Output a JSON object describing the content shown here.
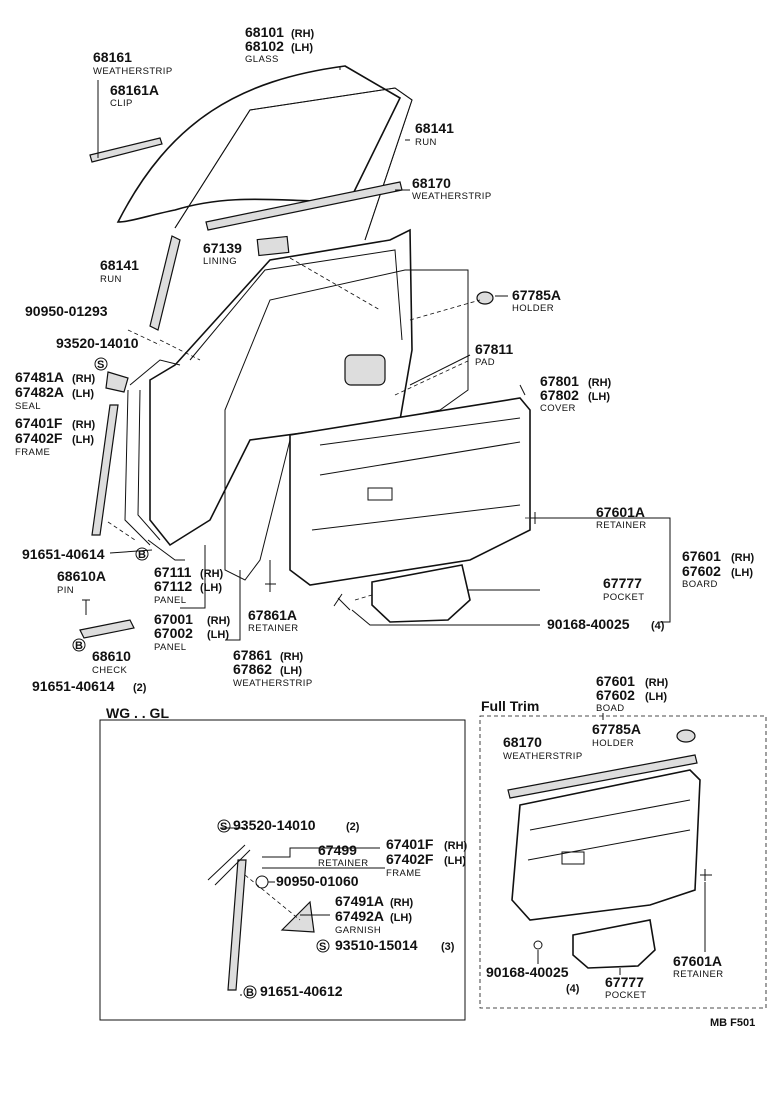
{
  "callouts": {
    "c68101": {
      "num": "68101",
      "num2": "68102",
      "rh": "(RH)",
      "lh": "(LH)",
      "name": "GLASS"
    },
    "c68161": {
      "num": "68161",
      "name": "WEATHERSTRIP"
    },
    "c68161a": {
      "num": "68161A",
      "name": "CLIP"
    },
    "c68141a": {
      "num": "68141",
      "name": "RUN"
    },
    "c68170": {
      "num": "68170",
      "name": "WEATHERSTRIP"
    },
    "c67139": {
      "num": "67139",
      "name": "LINING"
    },
    "c68141b": {
      "num": "68141",
      "name": "RUN"
    },
    "c67785a": {
      "num": "67785A",
      "name": "HOLDER"
    },
    "c90950": {
      "num": "90950-01293"
    },
    "c93520": {
      "num": "93520-14010"
    },
    "c67811": {
      "num": "67811",
      "name": "PAD"
    },
    "c67481": {
      "num": "67481A",
      "num2": "67482A",
      "rh": "(RH)",
      "lh": "(LH)",
      "name": "SEAL"
    },
    "c67801": {
      "num": "67801",
      "num2": "67802",
      "rh": "(RH)",
      "lh": "(LH)",
      "name": "COVER"
    },
    "c67401": {
      "num": "67401F",
      "num2": "67402F",
      "rh": "(RH)",
      "lh": "(LH)",
      "name": "FRAME"
    },
    "c67601a": {
      "num": "67601A",
      "name": "RETAINER"
    },
    "c91651a": {
      "num": "91651-40614"
    },
    "c67601": {
      "num": "67601",
      "num2": "67602",
      "rh": "(RH)",
      "lh": "(LH)",
      "name": "BOARD"
    },
    "c68610a": {
      "num": "68610A",
      "name": "PIN"
    },
    "c67111": {
      "num": "67111",
      "num2": "67112",
      "rh": "(RH)",
      "lh": "(LH)",
      "name": "PANEL"
    },
    "c67777": {
      "num": "67777",
      "name": "POCKET"
    },
    "c67001": {
      "num": "67001",
      "num2": "67002",
      "rh": "(RH)",
      "lh": "(LH)",
      "name": "PANEL"
    },
    "c67861a": {
      "num": "67861A",
      "name": "RETAINER"
    },
    "c90168": {
      "num": "90168-40025",
      "qty": "(4)"
    },
    "c68610": {
      "num": "68610",
      "name": "CHECK"
    },
    "c67861": {
      "num": "67861",
      "num2": "67862",
      "rh": "(RH)",
      "lh": "(LH)",
      "name": "WEATHERSTRIP"
    },
    "c91651b": {
      "num": "91651-40614",
      "qty": "(2)"
    }
  },
  "wg": {
    "title": "WG . . GL",
    "c93520": {
      "num": "93520-14010",
      "qty": "(2)"
    },
    "c67499": {
      "num": "67499",
      "name": "RETAINER"
    },
    "c67401": {
      "num": "67401F",
      "num2": "67402F",
      "rh": "(RH)",
      "lh": "(LH)",
      "name": "FRAME"
    },
    "c90950": {
      "num": "90950-01060"
    },
    "c67491": {
      "num": "67491A",
      "num2": "67492A",
      "rh": "(RH)",
      "lh": "(LH)",
      "name": "GARNISH"
    },
    "c93510": {
      "num": "93510-15014",
      "qty": "(3)"
    },
    "c91651": {
      "num": "91651-40612"
    }
  },
  "fulltrim": {
    "title": "Full Trim",
    "c67601": {
      "num": "67601",
      "num2": "67602",
      "rh": "(RH)",
      "lh": "(LH)",
      "name": "BOAD"
    },
    "c67785a": {
      "num": "67785A",
      "name": "HOLDER"
    },
    "c68170": {
      "num": "68170",
      "name": "WEATHERSTRIP"
    },
    "c90168": {
      "num": "90168-40025",
      "qty": "(4)"
    },
    "c67777": {
      "num": "67777",
      "name": "POCKET"
    },
    "c67601a": {
      "num": "67601A",
      "name": "RETAINER"
    }
  },
  "markers": {
    "s": "S",
    "b": "B"
  },
  "figure_code": "MB F501"
}
